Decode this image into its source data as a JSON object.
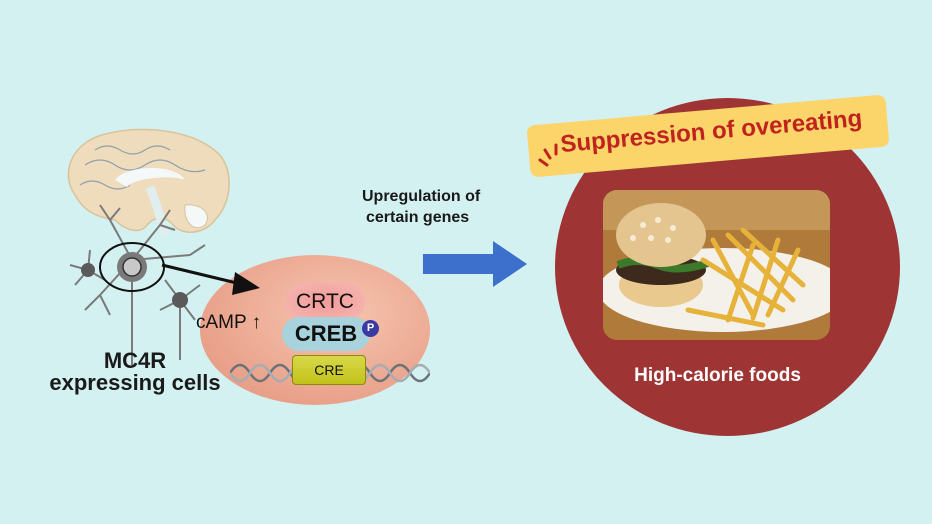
{
  "diagram": {
    "left_panel": {
      "brain_icon": "brain-sagittal",
      "cells_label_line1": "MC4R",
      "cells_label_line2": "expressing cells"
    },
    "cell_nucleus": {
      "camp_label": "cAMP ↑",
      "crtc_label": "CRTC",
      "creb_label": "CREB",
      "phospho_badge": "P",
      "cre_label": "CRE"
    },
    "arrow_label_line1": "Upregulation of",
    "arrow_label_line2": "certain genes",
    "right_panel": {
      "banner_text": "Suppression of overeating",
      "food_label": "High-calorie foods"
    },
    "colors": {
      "background": "#d4f1f1",
      "nucleus": "#e9a18a",
      "crtc": "#f29a97",
      "creb": "#a9d3dc",
      "cre": "#c8c830",
      "arrow_blue": "#3d6fcc",
      "circle_red": "#9e3534",
      "banner_yellow": "#fbd46a",
      "banner_text_red": "#c0221e"
    }
  }
}
